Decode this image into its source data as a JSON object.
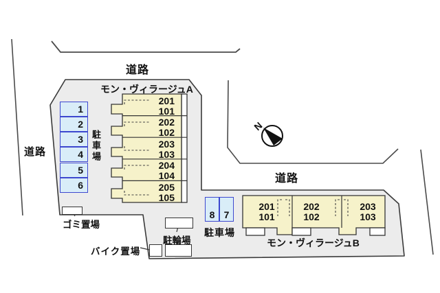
{
  "colors": {
    "site_fill": "#ececec",
    "outline": "#3a3a3a",
    "building_fill": "#f6f2ca",
    "parking_fill": "#d9edf8",
    "parking_border": "#3c47cf",
    "road_line": "#4a4a4a"
  },
  "roads": {
    "top": "道路",
    "left": "道路",
    "right": "道路"
  },
  "compass": {
    "north_label": "N"
  },
  "buildings": {
    "a": {
      "name": "モン・ヴィラージュA",
      "units": [
        {
          "upper": "201",
          "lower": "101"
        },
        {
          "upper": "202",
          "lower": "102"
        },
        {
          "upper": "203",
          "lower": "103"
        },
        {
          "upper": "204",
          "lower": "104"
        },
        {
          "upper": "205",
          "lower": "105"
        }
      ]
    },
    "b": {
      "name": "モン・ヴィラージュB",
      "units": [
        {
          "upper": "201",
          "lower": "101"
        },
        {
          "upper": "202",
          "lower": "102"
        },
        {
          "upper": "203",
          "lower": "103"
        }
      ]
    }
  },
  "parking": {
    "main_label": "駐車場",
    "main_spaces": [
      "1",
      "2",
      "3",
      "4",
      "5",
      "6"
    ],
    "secondary_label": "駐車場",
    "secondary_spaces": [
      "8",
      "7"
    ]
  },
  "facilities": {
    "garbage": "ゴミ置場",
    "motorcycle": "バイク置場",
    "bicycle": "駐輪場"
  }
}
